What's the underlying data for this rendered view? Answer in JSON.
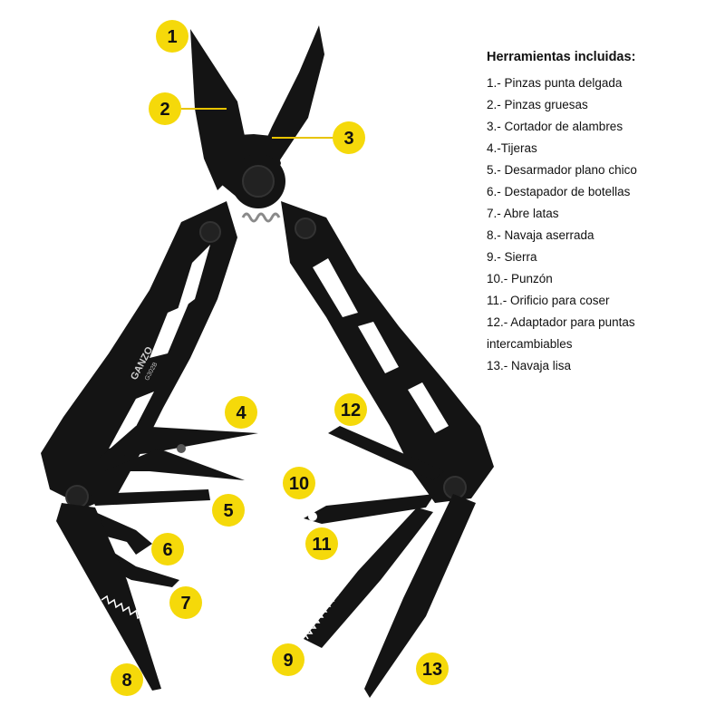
{
  "brand": {
    "name": "GANZO",
    "model": "G302B"
  },
  "colors": {
    "tool_black": "#141414",
    "badge_yellow": "#F5D90A",
    "leader_line": "#E8C400",
    "text": "#111111"
  },
  "legend": {
    "title": "Herramientas incluidas:",
    "items": [
      "1.- Pinzas punta delgada",
      "2.- Pinzas gruesas",
      "3.- Cortador de alambres",
      "4.-Tijeras",
      "5.- Desarmador plano chico",
      "6.- Destapador de botellas",
      "7.- Abre latas",
      "8.- Navaja aserrada",
      "9.- Sierra",
      "10.- Punzón",
      "11.- Orificio para coser",
      "12.- Adaptador para puntas",
      "intercambiables",
      "13.- Navaja lisa"
    ]
  },
  "callouts": [
    "1",
    "2",
    "3",
    "4",
    "5",
    "6",
    "7",
    "8",
    "9",
    "10",
    "11",
    "12",
    "13"
  ]
}
